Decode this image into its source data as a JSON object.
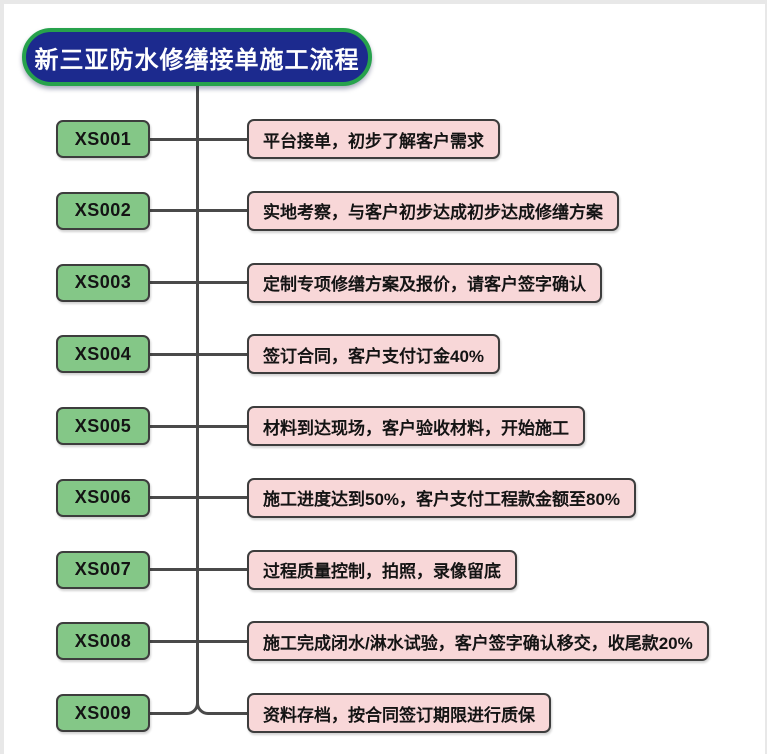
{
  "page": {
    "background": "#ffffff",
    "frame_border_color": "#e8e8e8"
  },
  "title": {
    "text": "新三亚防水修缮接单施工流程",
    "bg_color": "#1c2a8e",
    "border_color": "#27a24c",
    "text_color": "#ffffff"
  },
  "flow": {
    "line_color": "#4a4a4a",
    "node_fill": "#84c787",
    "node_border": "#3d3d3d",
    "desc_fill": "#f8d7d8",
    "desc_border": "#3d3d3d",
    "steps": [
      {
        "code": "XS001",
        "desc": "平台接单，初步了解客户需求"
      },
      {
        "code": "XS002",
        "desc": "实地考察，与客户初步达成初步达成修缮方案"
      },
      {
        "code": "XS003",
        "desc": "定制专项修缮方案及报价，请客户签字确认"
      },
      {
        "code": "XS004",
        "desc": "签订合同，客户支付订金40%"
      },
      {
        "code": "XS005",
        "desc": "材料到达现场，客户验收材料，开始施工"
      },
      {
        "code": "XS006",
        "desc": "施工进度达到50%，客户支付工程款金额至80%"
      },
      {
        "code": "XS007",
        "desc": "过程质量控制，拍照，录像留底"
      },
      {
        "code": "XS008",
        "desc": "施工完成闭水/淋水试验，客户签字确认移交，收尾款20%"
      },
      {
        "code": "XS009",
        "desc": "资料存档，按合同签订期限进行质保"
      }
    ]
  }
}
